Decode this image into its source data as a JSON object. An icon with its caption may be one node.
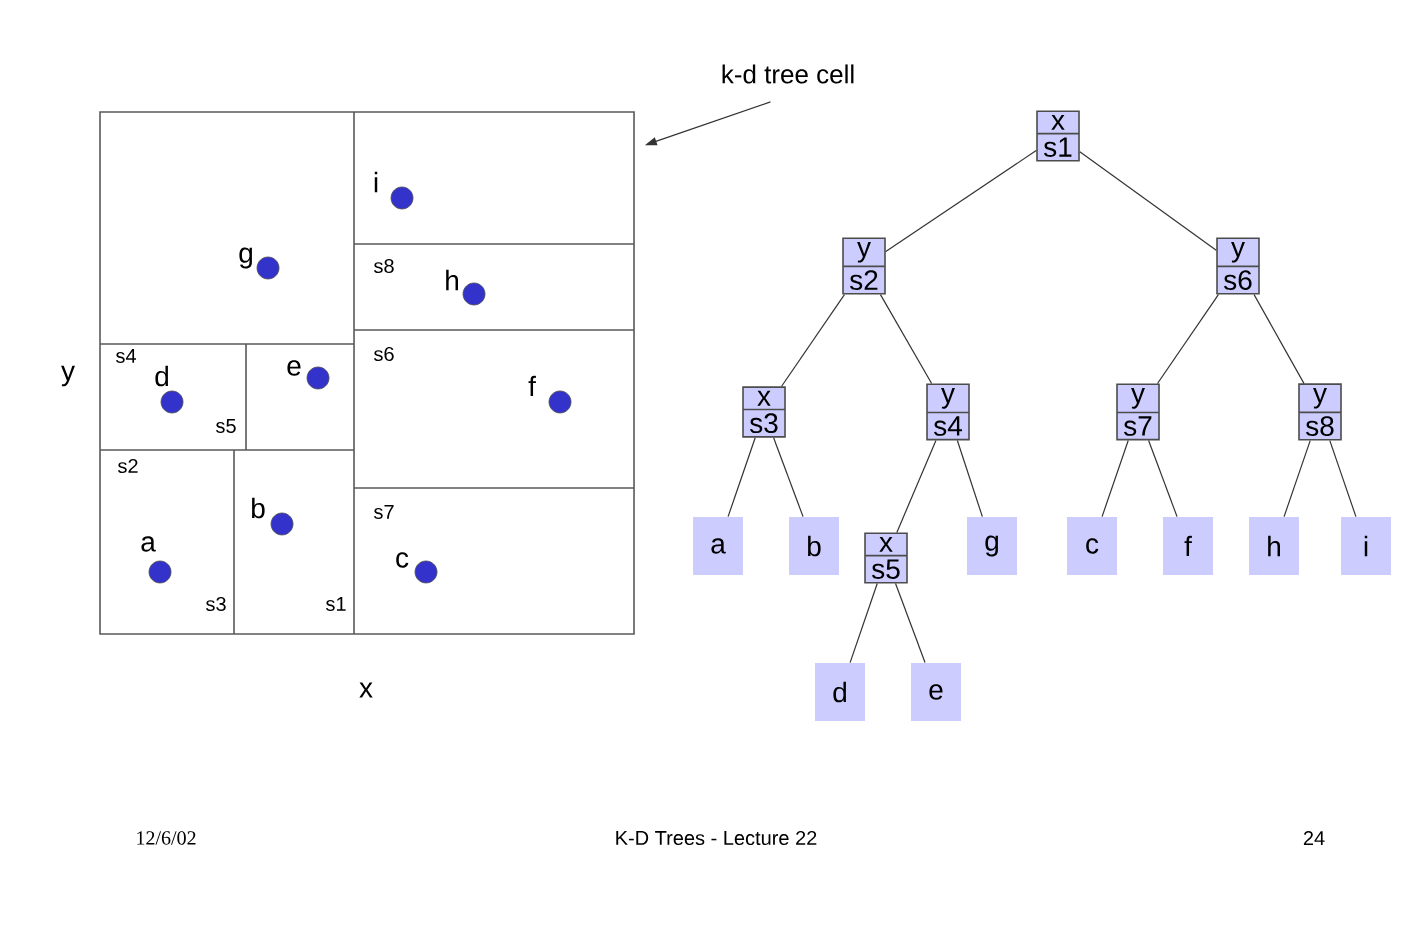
{
  "diagram": {
    "nodes": [
      {
        "text": [
          "k-d tree cell"
        ]
      },
      {
        "text": [],
        "shape": "box"
      },
      {
        "text": [
          "x",
          "s1"
        ]
      },
      {
        "text": [
          "y",
          "s2"
        ]
      },
      {
        "text": [
          "y",
          "s6"
        ]
      },
      {
        "text": [
          "x",
          "s3"
        ]
      },
      {
        "text": [
          "y",
          "s4"
        ]
      },
      {
        "text": [
          "y",
          "s7"
        ]
      },
      {
        "text": [
          "y",
          "s8"
        ]
      },
      {
        "text": [
          "a"
        ]
      },
      {
        "text": [
          "b"
        ]
      },
      {
        "text": [
          "x",
          "s5"
        ]
      },
      {
        "text": [
          "g"
        ]
      },
      {
        "text": [
          "c"
        ]
      },
      {
        "text": [
          "f"
        ]
      },
      {
        "text": [
          "h"
        ]
      },
      {
        "text": [
          "i"
        ]
      },
      {
        "text": [
          "d"
        ]
      },
      {
        "text": [
          "e"
        ]
      }
    ],
    "edges": [
      {
        "from": 0,
        "to": 1,
        "arrow": "to"
      },
      {
        "from": 2,
        "to": 3,
        "arrow": "none"
      },
      {
        "from": 2,
        "to": 4,
        "arrow": "none"
      },
      {
        "from": 3,
        "to": 5,
        "arrow": "none"
      },
      {
        "from": 3,
        "to": 6,
        "arrow": "none"
      },
      {
        "from": 4,
        "to": 7,
        "arrow": "none"
      },
      {
        "from": 4,
        "to": 8,
        "arrow": "none"
      },
      {
        "from": 5,
        "to": 9,
        "arrow": "none"
      },
      {
        "from": 5,
        "to": 10,
        "arrow": "none"
      },
      {
        "from": 6,
        "to": 11,
        "arrow": "none"
      },
      {
        "from": 6,
        "to": 12,
        "arrow": "none"
      },
      {
        "from": 7,
        "to": 13,
        "arrow": "none"
      },
      {
        "from": 7,
        "to": 14,
        "arrow": "none"
      },
      {
        "from": 8,
        "to": 15,
        "arrow": "none"
      },
      {
        "from": 8,
        "to": 16,
        "arrow": "none"
      },
      {
        "from": 11,
        "to": 17,
        "arrow": "none"
      },
      {
        "from": 11,
        "to": 18,
        "arrow": "none"
      }
    ],
    "labels": [
      "i",
      "s8",
      "h",
      "g",
      "s4",
      "d",
      "e",
      "s6",
      "y",
      "f",
      "s5",
      "s2",
      "b",
      "s7",
      "a",
      "c",
      "s3",
      "s1",
      "x",
      "12/6/02",
      "K-D Trees - Lecture 22",
      "24"
    ]
  }
}
